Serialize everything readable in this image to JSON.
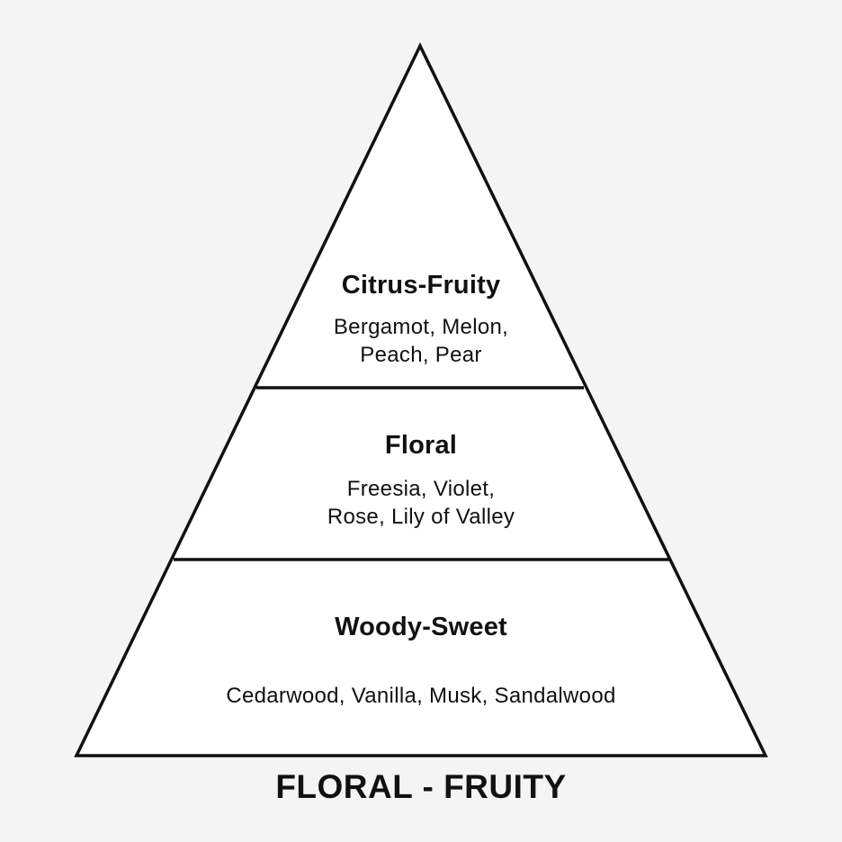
{
  "colors": {
    "background": "#f4f4f5",
    "fill": "#ffffff",
    "stroke": "#111111",
    "text": "#111111"
  },
  "pyramid": {
    "tiers": [
      {
        "title": "Citrus-Fruity",
        "notes_line1": "Bergamot, Melon,",
        "notes_line2": "Peach, Pear"
      },
      {
        "title": "Floral",
        "notes_line1": "Freesia, Violet,",
        "notes_line2": "Rose, Lily of Valley"
      },
      {
        "title": "Woody-Sweet",
        "notes_line1": "Cedarwood, Vanilla, Musk, Sandalwood"
      }
    ]
  },
  "family_label": "FLORAL - FRUITY"
}
